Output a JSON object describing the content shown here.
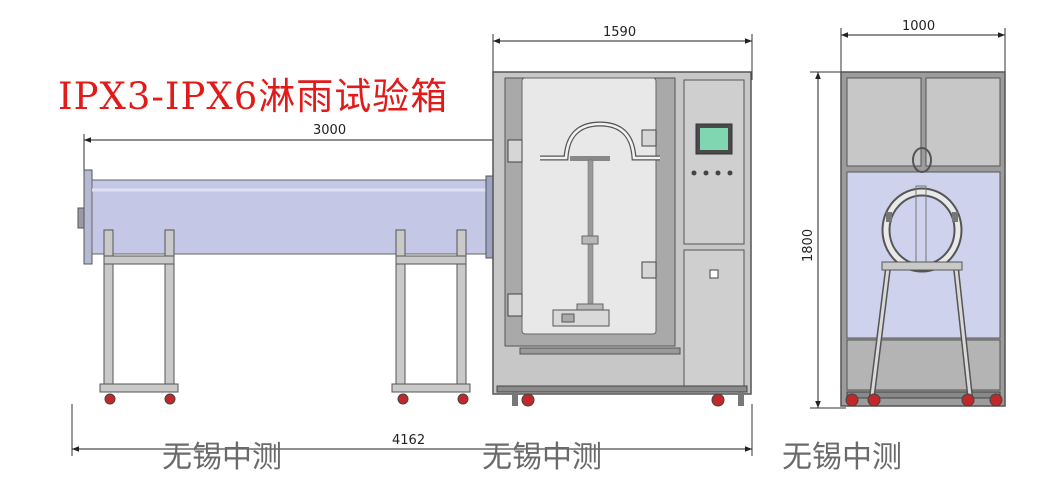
{
  "title": "IPX3-IPX6淋雨试验箱",
  "dimensions": {
    "pipe_length": "3000",
    "front_width": "1590",
    "side_width": "1000",
    "side_height": "1800",
    "overall_length": "4162"
  },
  "watermarks": [
    "无锡中测",
    "无锡中测",
    "无锡中测"
  ],
  "colors": {
    "title": "#e21a1a",
    "pipe": "#c4c8e6",
    "cabinet": "#bdbdbd",
    "frame": "#7d7d7d",
    "wheel": "#c0282a",
    "screen": "#7fd6b0",
    "side_panel": "#cfd2ec"
  }
}
